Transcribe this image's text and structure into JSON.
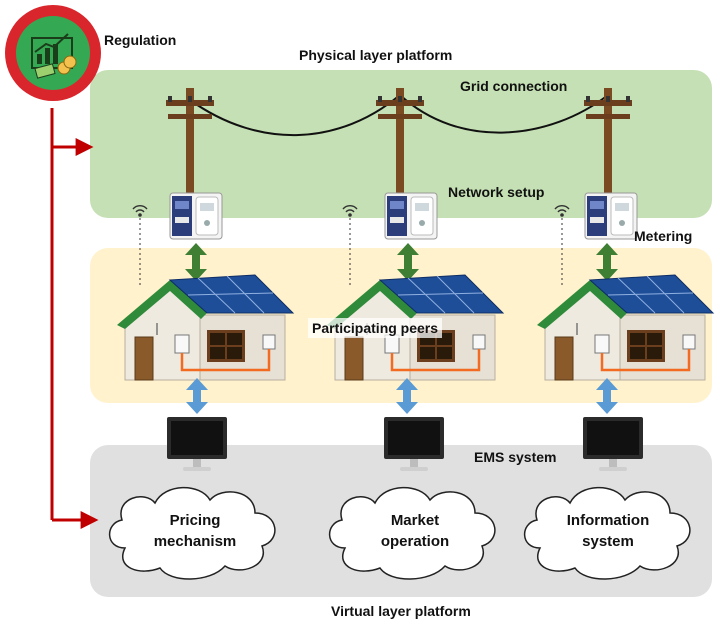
{
  "labels": {
    "regulation": "Regulation",
    "physical_layer": "Physical layer platform",
    "grid_connection": "Grid connection",
    "network_setup": "Network setup",
    "metering": "Metering",
    "participating_peers": "Participating peers",
    "ems_system": "EMS system",
    "virtual_layer": "Virtual layer platform"
  },
  "clouds": [
    {
      "line1": "Pricing",
      "line2": "mechanism"
    },
    {
      "line1": "Market",
      "line2": "operation"
    },
    {
      "line1": "Information",
      "line2": "system"
    }
  ],
  "colors": {
    "physical_band": "#c5e0b4",
    "peers_band": "#fff2cc",
    "virtual_band": "#e0e0e0",
    "regulation_ring": "#d9262c",
    "regulation_fill": "#35a853",
    "arrow_green": "#3e7f34",
    "arrow_blue": "#5b9bd5",
    "connector_red": "#c00000",
    "roof_panel": "#1f4e99",
    "wire_orange": "#f26b21"
  },
  "icons": [
    "regulation-icon",
    "utility-pole-icon",
    "wifi-icon",
    "meter-icon",
    "house-icon",
    "solar-panel-icon",
    "monitor-icon",
    "cloud-icon"
  ]
}
